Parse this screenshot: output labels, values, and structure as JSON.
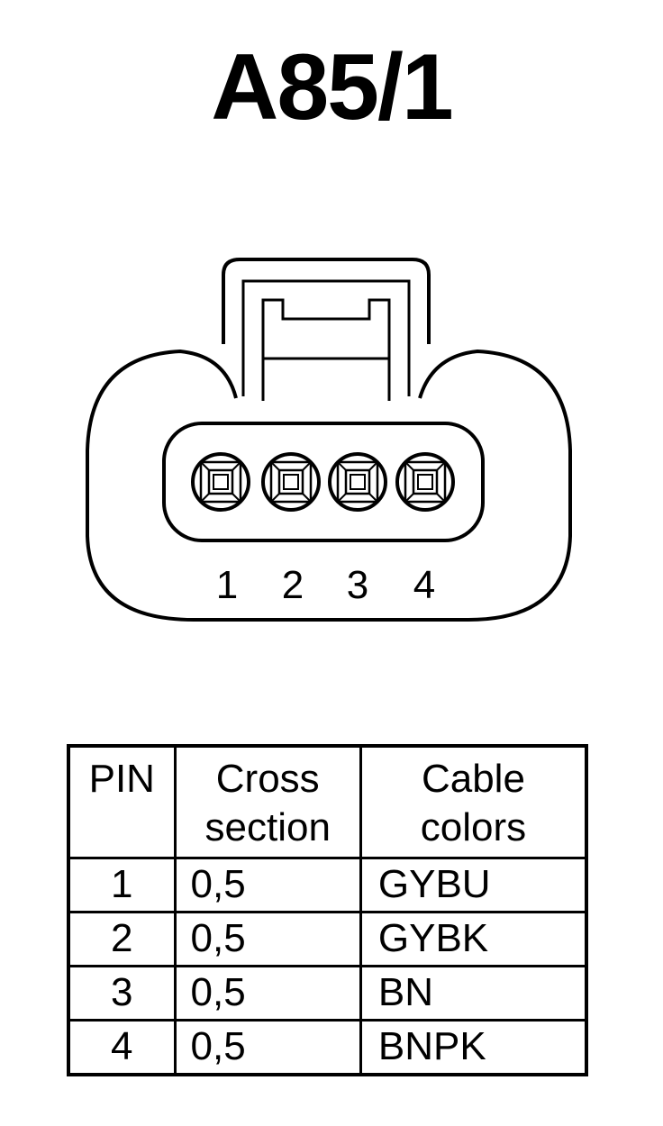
{
  "title": "A85/1",
  "connector": {
    "pin_labels": [
      "1",
      "2",
      "3",
      "4"
    ]
  },
  "table": {
    "headers": {
      "pin": "PIN",
      "cross_section_line1": "Cross",
      "cross_section_line2": "section",
      "cable_colors_line1": "Cable",
      "cable_colors_line2": "colors"
    },
    "rows": [
      {
        "pin": "1",
        "cross_section": "0,5",
        "cable_colors": "GYBU"
      },
      {
        "pin": "2",
        "cross_section": "0,5",
        "cable_colors": "GYBK"
      },
      {
        "pin": "3",
        "cross_section": "0,5",
        "cable_colors": "BN"
      },
      {
        "pin": "4",
        "cross_section": "0,5",
        "cable_colors": "BNPK"
      }
    ]
  }
}
